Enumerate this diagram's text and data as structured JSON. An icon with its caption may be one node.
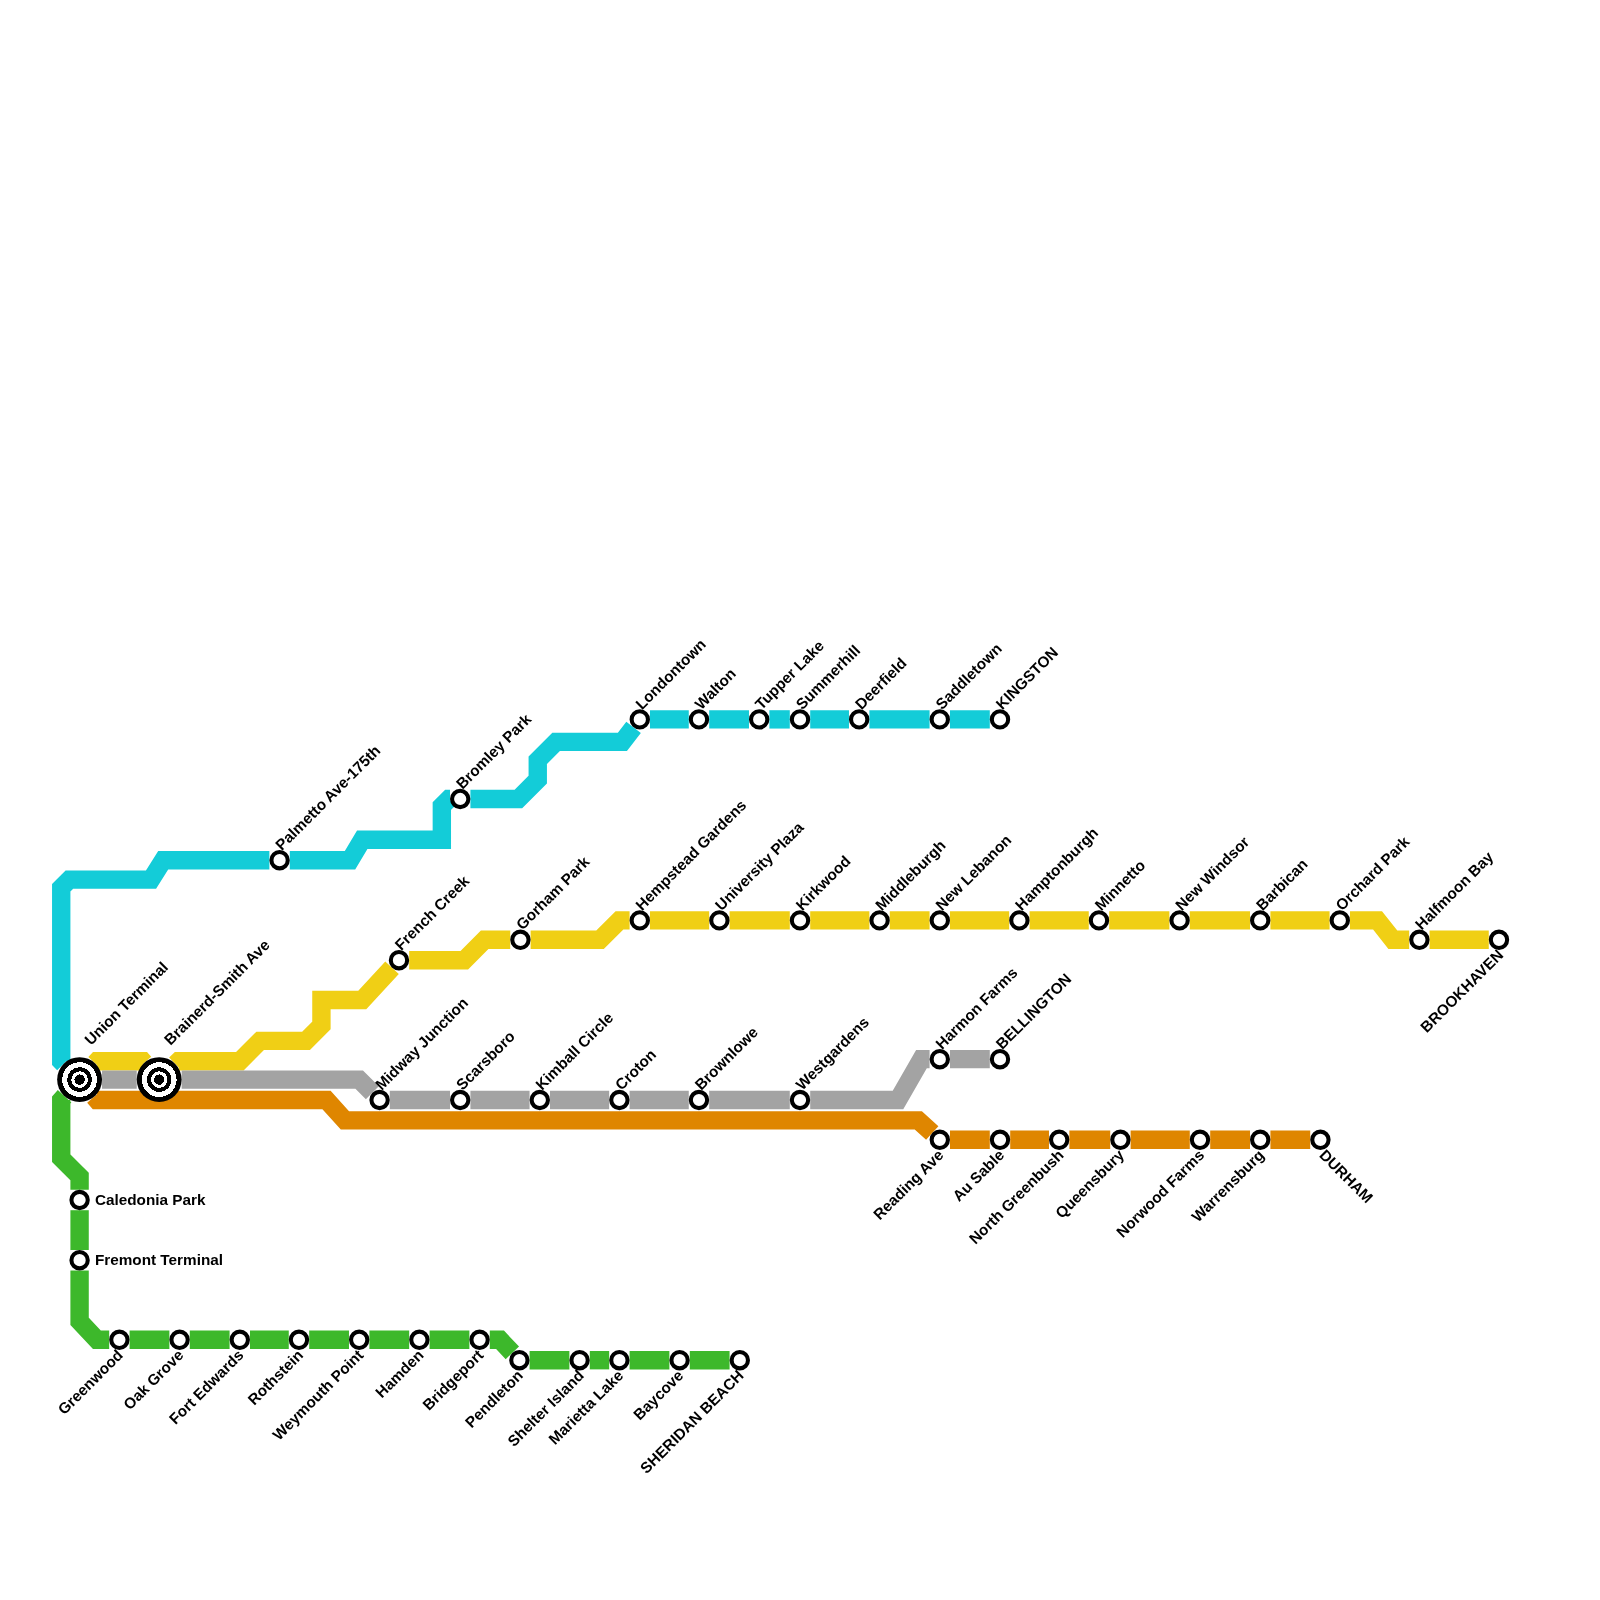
{
  "diagram": {
    "nodes": [
      {
        "text": [
          "Union Terminal"
        ]
      },
      {
        "text": [
          "Brainerd-Smith Ave"
        ]
      },
      {
        "text": [
          "Palmetto Ave-175th"
        ]
      },
      {
        "text": [
          "Bromley Park"
        ]
      },
      {
        "text": [
          "Londontown"
        ]
      },
      {
        "text": [
          "Walton"
        ]
      },
      {
        "text": [
          "Tupper Lake"
        ]
      },
      {
        "text": [
          "Summerhill"
        ]
      },
      {
        "text": [
          "Deerfield"
        ]
      },
      {
        "text": [
          "Saddletown"
        ]
      },
      {
        "text": [
          "KINGSTON"
        ]
      },
      {
        "text": [
          "French Creek"
        ]
      },
      {
        "text": [
          "Gorham Park"
        ]
      },
      {
        "text": [
          "Hempstead Gardens"
        ]
      },
      {
        "text": [
          "University Plaza"
        ]
      },
      {
        "text": [
          "Kirkwood"
        ]
      },
      {
        "text": [
          "Middleburgh"
        ]
      },
      {
        "text": [
          "New Lebanon"
        ]
      },
      {
        "text": [
          "Hamptonburgh"
        ]
      },
      {
        "text": [
          "Minnetto"
        ]
      },
      {
        "text": [
          "New Windsor"
        ]
      },
      {
        "text": [
          "Barbican"
        ]
      },
      {
        "text": [
          "Orchard Park"
        ]
      },
      {
        "text": [
          "Halfmoon Bay"
        ]
      },
      {
        "text": [
          "BROOKHAVEN"
        ]
      },
      {
        "text": [
          "Midway Junction"
        ]
      },
      {
        "text": [
          "Scarsboro"
        ]
      },
      {
        "text": [
          "Kimball Circle"
        ]
      },
      {
        "text": [
          "Croton"
        ]
      },
      {
        "text": [
          "Brownlowe"
        ]
      },
      {
        "text": [
          "Westgardens"
        ]
      },
      {
        "text": [
          "Harmon Farms"
        ]
      },
      {
        "text": [
          "BELLINGTON"
        ]
      },
      {
        "text": [
          "Reading Ave"
        ]
      },
      {
        "text": [
          "Au Sable"
        ]
      },
      {
        "text": [
          "North Greenbush"
        ]
      },
      {
        "text": [
          "Queensbury"
        ]
      },
      {
        "text": [
          "Norwood Farms"
        ]
      },
      {
        "text": [
          "Warrensburg"
        ]
      },
      {
        "text": [
          "DURHAM"
        ]
      },
      {
        "text": [
          "Caledonia Park"
        ]
      },
      {
        "text": [
          "Fremont Terminal"
        ]
      },
      {
        "text": [
          "Greenwood"
        ]
      },
      {
        "text": [
          "Oak Grove"
        ]
      },
      {
        "text": [
          "Fort Edwards"
        ]
      },
      {
        "text": [
          "Rothstein"
        ]
      },
      {
        "text": [
          "Weymouth Point"
        ]
      },
      {
        "text": [
          "Hamden"
        ]
      },
      {
        "text": [
          "Bridgeport"
        ]
      },
      {
        "text": [
          "Pendleton"
        ]
      },
      {
        "text": [
          "Shelter Island"
        ]
      },
      {
        "text": [
          "Marietta Lake"
        ]
      },
      {
        "text": [
          "Baycove"
        ]
      },
      {
        "text": [
          "SHERIDAN BEACH"
        ]
      }
    ],
    "edges": [
      {
        "from": 0,
        "to": 2,
        "arrow": "none",
        "color": "#13ccd8"
      },
      {
        "from": 2,
        "to": 3,
        "arrow": "none",
        "color": "#13ccd8"
      },
      {
        "from": 3,
        "to": 4,
        "arrow": "none",
        "color": "#13ccd8"
      },
      {
        "from": 4,
        "to": 5,
        "arrow": "none",
        "color": "#13ccd8"
      },
      {
        "from": 5,
        "to": 6,
        "arrow": "none",
        "color": "#13ccd8"
      },
      {
        "from": 6,
        "to": 7,
        "arrow": "none",
        "color": "#13ccd8"
      },
      {
        "from": 7,
        "to": 8,
        "arrow": "none",
        "color": "#13ccd8"
      },
      {
        "from": 8,
        "to": 9,
        "arrow": "none",
        "color": "#13ccd8"
      },
      {
        "from": 9,
        "to": 10,
        "arrow": "none",
        "color": "#13ccd8"
      },
      {
        "from": 0,
        "to": 1,
        "arrow": "none",
        "color": "#f0cf15"
      },
      {
        "from": 1,
        "to": 11,
        "arrow": "none",
        "color": "#f0cf15"
      },
      {
        "from": 11,
        "to": 12,
        "arrow": "none",
        "color": "#f0cf15"
      },
      {
        "from": 12,
        "to": 13,
        "arrow": "none",
        "color": "#f0cf15"
      },
      {
        "from": 13,
        "to": 14,
        "arrow": "none",
        "color": "#f0cf15"
      },
      {
        "from": 14,
        "to": 15,
        "arrow": "none",
        "color": "#f0cf15"
      },
      {
        "from": 15,
        "to": 16,
        "arrow": "none",
        "color": "#f0cf15"
      },
      {
        "from": 16,
        "to": 17,
        "arrow": "none",
        "color": "#f0cf15"
      },
      {
        "from": 17,
        "to": 18,
        "arrow": "none",
        "color": "#f0cf15"
      },
      {
        "from": 18,
        "to": 19,
        "arrow": "none",
        "color": "#f0cf15"
      },
      {
        "from": 19,
        "to": 20,
        "arrow": "none",
        "color": "#f0cf15"
      },
      {
        "from": 20,
        "to": 21,
        "arrow": "none",
        "color": "#f0cf15"
      },
      {
        "from": 21,
        "to": 22,
        "arrow": "none",
        "color": "#f0cf15"
      },
      {
        "from": 22,
        "to": 23,
        "arrow": "none",
        "color": "#f0cf15"
      },
      {
        "from": 23,
        "to": 24,
        "arrow": "none",
        "color": "#f0cf15"
      },
      {
        "from": 0,
        "to": 1,
        "arrow": "none",
        "color": "#a3a3a3"
      },
      {
        "from": 1,
        "to": 25,
        "arrow": "none",
        "color": "#a3a3a3"
      },
      {
        "from": 25,
        "to": 26,
        "arrow": "none",
        "color": "#a3a3a3"
      },
      {
        "from": 26,
        "to": 27,
        "arrow": "none",
        "color": "#a3a3a3"
      },
      {
        "from": 27,
        "to": 28,
        "arrow": "none",
        "color": "#a3a3a3"
      },
      {
        "from": 28,
        "to": 29,
        "arrow": "none",
        "color": "#a3a3a3"
      },
      {
        "from": 29,
        "to": 30,
        "arrow": "none",
        "color": "#a3a3a3"
      },
      {
        "from": 30,
        "to": 31,
        "arrow": "none",
        "color": "#a3a3a3"
      },
      {
        "from": 31,
        "to": 32,
        "arrow": "none",
        "color": "#a3a3a3"
      },
      {
        "from": 0,
        "to": 33,
        "arrow": "none",
        "color": "#df8600"
      },
      {
        "from": 33,
        "to": 34,
        "arrow": "none",
        "color": "#df8600"
      },
      {
        "from": 34,
        "to": 35,
        "arrow": "none",
        "color": "#df8600"
      },
      {
        "from": 35,
        "to": 36,
        "arrow": "none",
        "color": "#df8600"
      },
      {
        "from": 36,
        "to": 37,
        "arrow": "none",
        "color": "#df8600"
      },
      {
        "from": 37,
        "to": 38,
        "arrow": "none",
        "color": "#df8600"
      },
      {
        "from": 38,
        "to": 39,
        "arrow": "none",
        "color": "#df8600"
      },
      {
        "from": 0,
        "to": 40,
        "arrow": "none",
        "color": "#3db82b"
      },
      {
        "from": 40,
        "to": 41,
        "arrow": "none",
        "color": "#3db82b"
      },
      {
        "from": 41,
        "to": 42,
        "arrow": "none",
        "color": "#3db82b"
      },
      {
        "from": 42,
        "to": 43,
        "arrow": "none",
        "color": "#3db82b"
      },
      {
        "from": 43,
        "to": 44,
        "arrow": "none",
        "color": "#3db82b"
      },
      {
        "from": 44,
        "to": 45,
        "arrow": "none",
        "color": "#3db82b"
      },
      {
        "from": 45,
        "to": 46,
        "arrow": "none",
        "color": "#3db82b"
      },
      {
        "from": 46,
        "to": 47,
        "arrow": "none",
        "color": "#3db82b"
      },
      {
        "from": 47,
        "to": 48,
        "arrow": "none",
        "color": "#3db82b"
      },
      {
        "from": 48,
        "to": 49,
        "arrow": "none",
        "color": "#3db82b"
      },
      {
        "from": 49,
        "to": 50,
        "arrow": "none",
        "color": "#3db82b"
      },
      {
        "from": 50,
        "to": 51,
        "arrow": "none",
        "color": "#3db82b"
      },
      {
        "from": 51,
        "to": 52,
        "arrow": "none",
        "color": "#3db82b"
      },
      {
        "from": 52,
        "to": 53,
        "arrow": "none",
        "color": "#3db82b"
      }
    ]
  }
}
